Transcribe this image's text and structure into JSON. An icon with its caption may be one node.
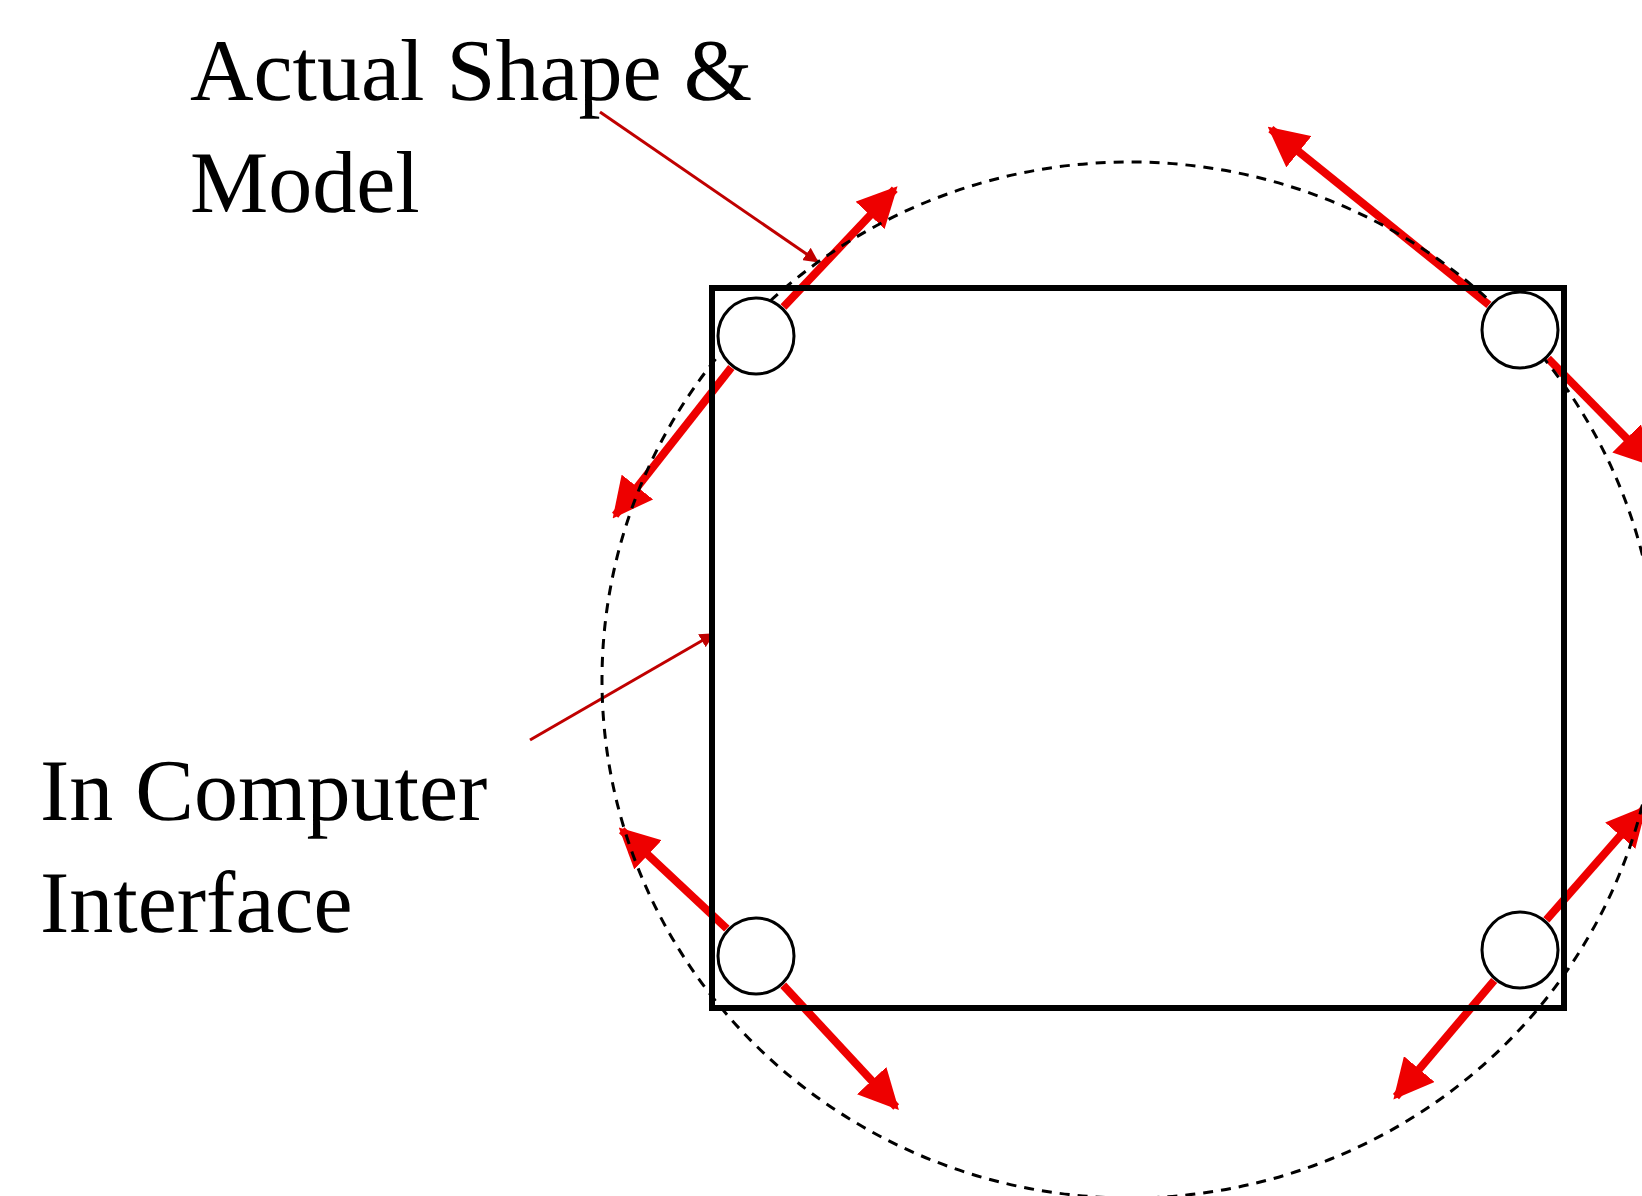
{
  "diagram": {
    "nodes": [
      {
        "text": [
          "Actual Shape & Model"
        ]
      },
      {
        "text": [],
        "shape": "circle"
      },
      {
        "text": [
          "In Computer Interface"
        ]
      },
      {
        "text": [],
        "shape": "box",
        "in": 1
      },
      {
        "text": [],
        "shape": "circle",
        "in": 3
      },
      {
        "text": [],
        "shape": "circle",
        "in": 3
      },
      {
        "text": [],
        "shape": "circle",
        "in": 3
      },
      {
        "text": [],
        "shape": "circle",
        "in": 3
      }
    ],
    "edges": [
      {
        "from": 0,
        "to": 1,
        "arrow": "to",
        "color": "#c00000"
      },
      {
        "from": 2,
        "to": 3,
        "arrow": "to",
        "color": "#c00000"
      },
      {
        "from": 4,
        "to": 1,
        "arrow": "to",
        "color": "#ee0000"
      },
      {
        "from": 4,
        "to": 1,
        "arrow": "to",
        "color": "#ee0000"
      },
      {
        "from": 5,
        "to": 1,
        "arrow": "to",
        "color": "#ee0000"
      },
      {
        "from": 5,
        "to": 1,
        "arrow": "to",
        "color": "#ee0000"
      },
      {
        "from": 6,
        "to": 1,
        "arrow": "to",
        "color": "#ee0000"
      },
      {
        "from": 6,
        "to": 1,
        "arrow": "to",
        "color": "#ee0000"
      },
      {
        "from": 7,
        "to": 1,
        "arrow": "to",
        "color": "#ee0000"
      },
      {
        "from": 7,
        "to": 1,
        "arrow": "to",
        "color": "#ee0000"
      }
    ]
  }
}
